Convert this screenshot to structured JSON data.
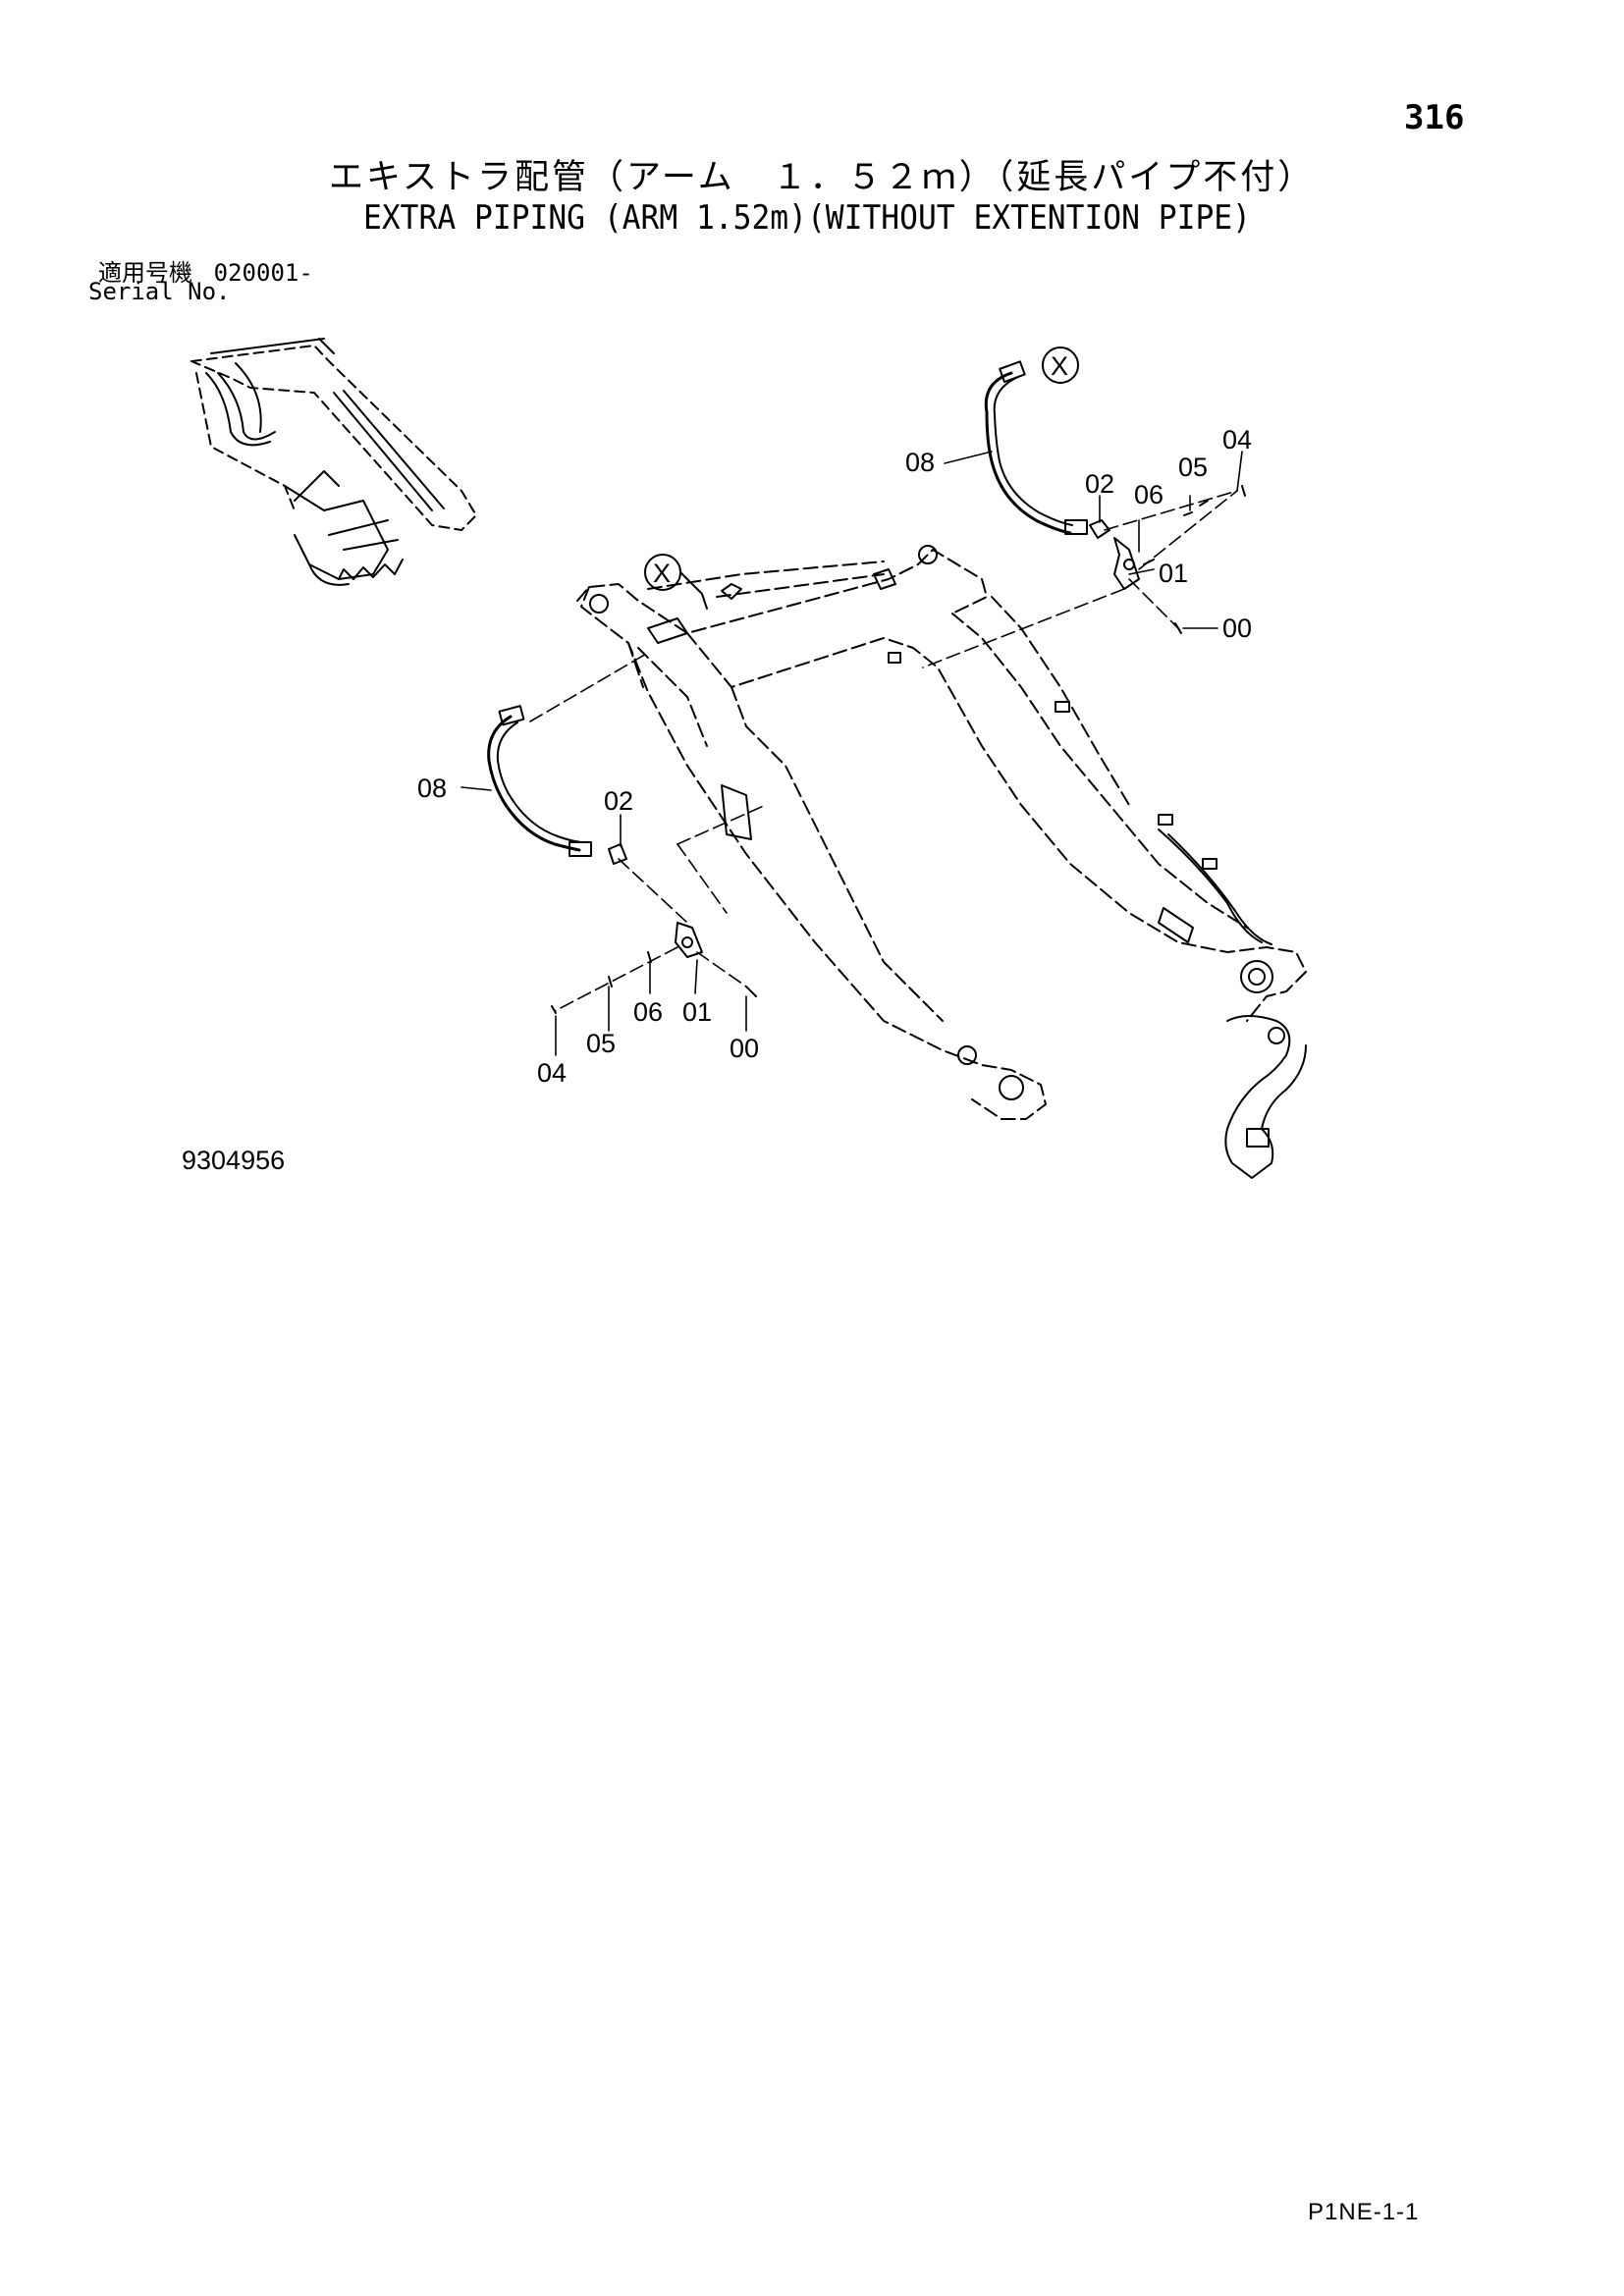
{
  "page": {
    "number": "316",
    "title_jp": "エキストラ配管（アーム　１．５２ｍ）（延長パイプ不付）",
    "title_en": "EXTRA PIPING (ARM 1.52m)(WITHOUT EXTENTION PIPE)",
    "serial_label_jp": "適用号機",
    "serial_range": "020001-",
    "serial_label_en": "Serial No.",
    "figure_number": "9304956",
    "page_code": "P1NE-1-1"
  },
  "callouts": {
    "x_top": "X",
    "x_left": "X",
    "c08_top": "08",
    "c04_top": "04",
    "c05_top": "05",
    "c02_top": "02",
    "c06_top": "06",
    "c01_top": "01",
    "c00_top": "00",
    "c08_left": "08",
    "c02_left": "02",
    "c06_bottom": "06",
    "c01_bottom": "01",
    "c05_bottom": "05",
    "c04_bottom": "04",
    "c00_bottom": "00"
  }
}
